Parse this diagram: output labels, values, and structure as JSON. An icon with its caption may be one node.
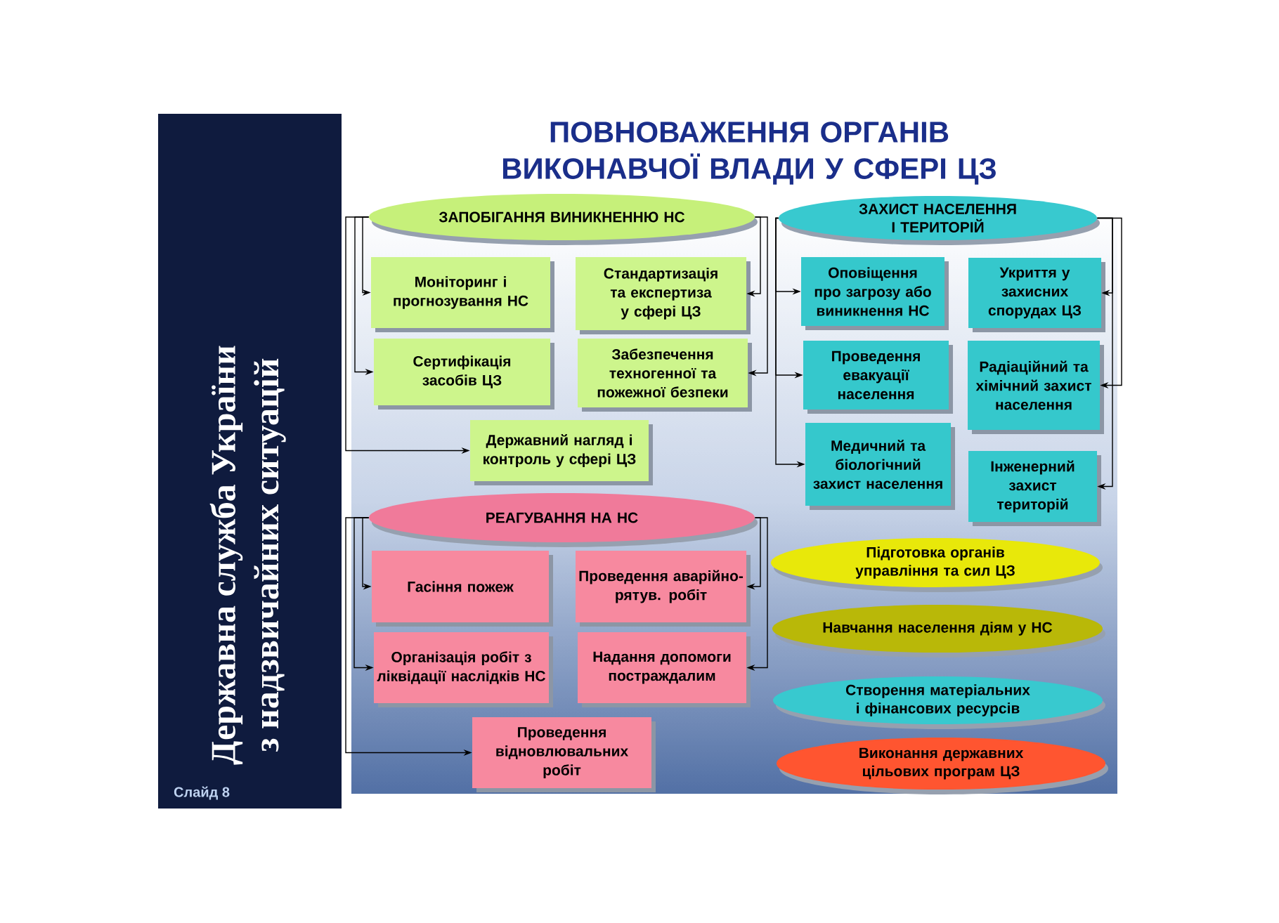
{
  "diagram": {
    "title": "ПОВНОВАЖЕННЯ ОРГАНІВ ВИКОНАВЧОЇ ВЛАДИ У СФЕРІ ЦЗ",
    "nodes": [
      {
        "text": [
          "ЗАПОБІГАННЯ ВИНИКНЕННЮ НС"
        ]
      },
      {
        "text": [
          "ЗАХИСТ НАСЕЛЕННЯ І ТЕРИТОРІЙ"
        ]
      },
      {
        "text": [
          "Моніторинг і прогнозування НС"
        ]
      },
      {
        "text": [
          "Стандартизація та експертиза у сфері ЦЗ"
        ]
      },
      {
        "text": [
          "Сертифікація засобів ЦЗ"
        ]
      },
      {
        "text": [
          "Забезпечення техногенної та пожежної безпеки"
        ]
      },
      {
        "text": [
          "Державний нагляд і контроль у сфері ЦЗ"
        ]
      },
      {
        "text": [
          "Оповіщення про загрозу або виникнення НС"
        ]
      },
      {
        "text": [
          "Укриття у захисних спорудах ЦЗ"
        ]
      },
      {
        "text": [
          "Проведення евакуації населення"
        ]
      },
      {
        "text": [
          "Радіаційний та хімічний захист населення"
        ]
      },
      {
        "text": [
          "Медичний та біологічний захист населення"
        ]
      },
      {
        "text": [
          "Інженерний захист територій"
        ]
      },
      {
        "text": [
          "РЕАГУВАННЯ НА НС"
        ]
      },
      {
        "text": [
          "Підготовка органів управління та сил ЦЗ"
        ]
      },
      {
        "text": [
          "Гасіння пожеж"
        ]
      },
      {
        "text": [
          "Проведення аварійно-рятув. робіт"
        ]
      },
      {
        "text": [
          "Навчання населення діям у НС"
        ]
      },
      {
        "text": [
          "Організація робіт з ліквідації наслідків НС"
        ]
      },
      {
        "text": [
          "Надання допомоги постраждалим"
        ]
      },
      {
        "text": [
          "Створення матеріальних і фінансових ресурсів"
        ]
      },
      {
        "text": [
          "Проведення відновлювальних робіт"
        ]
      },
      {
        "text": [
          "Виконання державних цільових програм ЦЗ"
        ]
      }
    ],
    "edges": [
      {
        "from": 0,
        "to": 2,
        "arrow": "to"
      },
      {
        "from": 0,
        "to": 3,
        "arrow": "to"
      },
      {
        "from": 0,
        "to": 4,
        "arrow": "to"
      },
      {
        "from": 0,
        "to": 5,
        "arrow": "to"
      },
      {
        "from": 0,
        "to": 6,
        "arrow": "to"
      },
      {
        "from": 1,
        "to": 7,
        "arrow": "to"
      },
      {
        "from": 1,
        "to": 8,
        "arrow": "to"
      },
      {
        "from": 1,
        "to": 9,
        "arrow": "to"
      },
      {
        "from": 1,
        "to": 10,
        "arrow": "to"
      },
      {
        "from": 1,
        "to": 11,
        "arrow": "to"
      },
      {
        "from": 1,
        "to": 12,
        "arrow": "to"
      },
      {
        "from": 13,
        "to": 15,
        "arrow": "to"
      },
      {
        "from": 13,
        "to": 16,
        "arrow": "to"
      },
      {
        "from": 13,
        "to": 18,
        "arrow": "to"
      },
      {
        "from": 13,
        "to": 19,
        "arrow": "to"
      },
      {
        "from": 13,
        "to": 21,
        "arrow": "to"
      }
    ],
    "labels": [
      "Державна служба України",
      "з надзвичайних ситуацій",
      "Слайд 8"
    ]
  }
}
